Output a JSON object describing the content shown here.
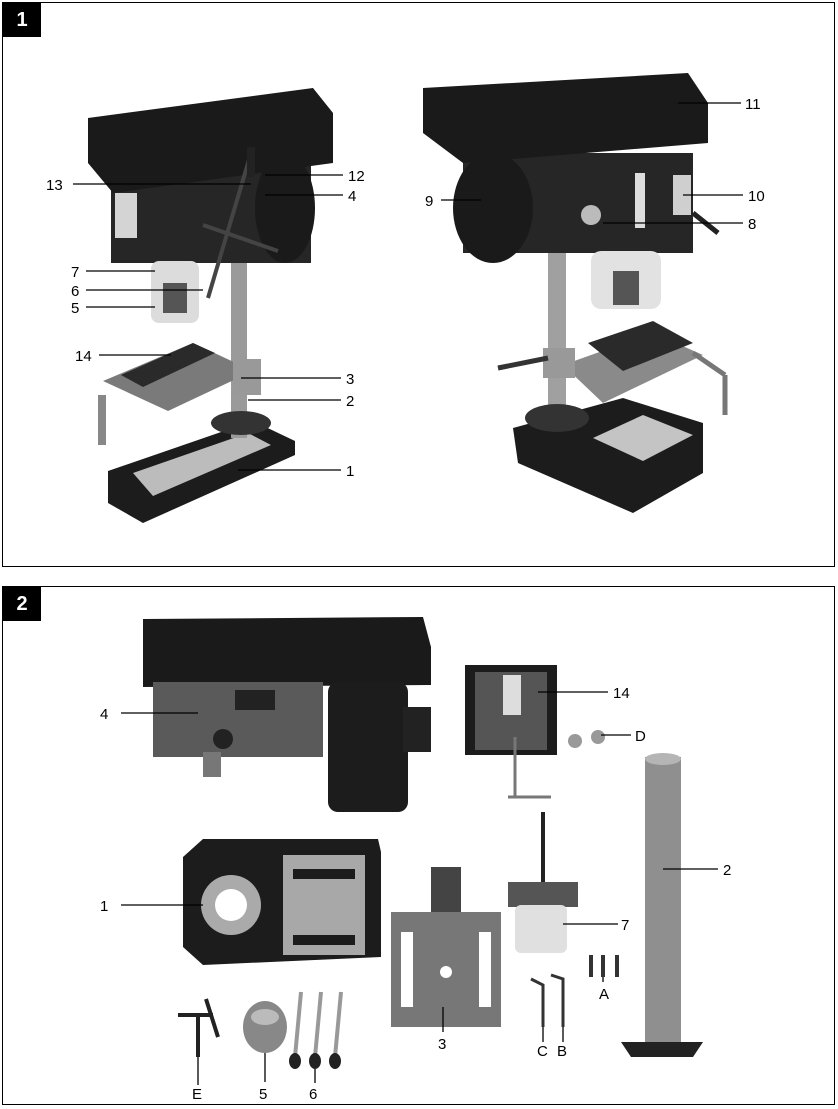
{
  "figure1": {
    "number": "1",
    "labels": {
      "l1": "1",
      "l2": "2",
      "l3": "3",
      "l4": "4",
      "l5": "5",
      "l6": "6",
      "l7": "7",
      "l8": "8",
      "l9": "9",
      "l10": "10",
      "l11": "11",
      "l12": "12",
      "l13": "13",
      "l14": "14"
    }
  },
  "figure2": {
    "number": "2",
    "labels": {
      "l1": "1",
      "l2": "2",
      "l3": "3",
      "l4": "4",
      "l5": "5",
      "l6": "6",
      "l7": "7",
      "l14": "14",
      "lA": "A",
      "lB": "B",
      "lC": "C",
      "lD": "D",
      "lE": "E"
    }
  },
  "colors": {
    "machine": "#1c1c1c",
    "metal": "#8a8a8a",
    "table": "#6f6f6f",
    "guard": "#e6e6e6"
  }
}
